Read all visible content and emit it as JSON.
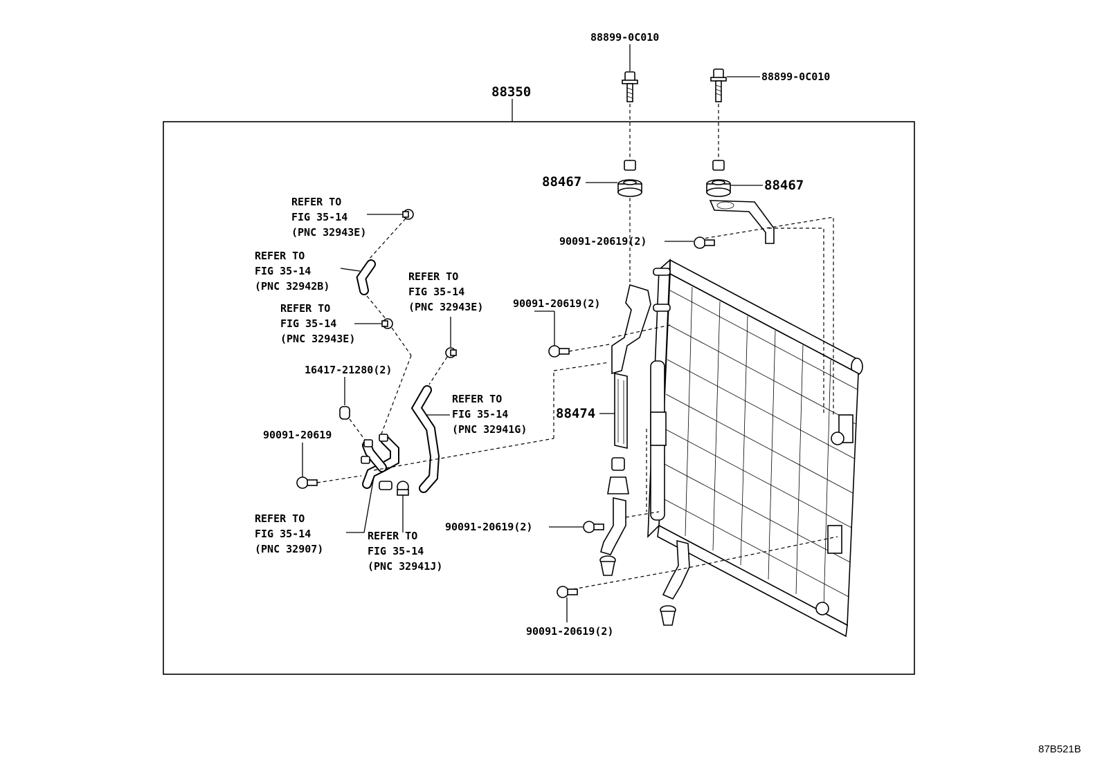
{
  "diagram_code": "87B521B",
  "assembly": {
    "part_no": "88350"
  },
  "callouts": {
    "bolt_top_left": "88899-0C010",
    "bolt_top_right": "88899-0C010",
    "cushion_left": "88467",
    "cushion_right": "88467",
    "seal": "88474",
    "bolt_bracket_upper_right": "90091-20619(2)",
    "bolt_bracket_upper_left": "90091-20619(2)",
    "bolt_bracket_lower": "90091-20619(2)",
    "bolt_bracket_bottom": "90091-20619(2)",
    "bolt_pipe": "90091-20619",
    "oring": "16417-21280(2)"
  },
  "refer_to": {
    "r1": [
      "REFER TO",
      "FIG 35-14",
      "(PNC 32943E)"
    ],
    "r2": [
      "REFER TO",
      "FIG 35-14",
      "(PNC 32942B)"
    ],
    "r3": [
      "REFER TO",
      "FIG 35-14",
      "(PNC 32943E)"
    ],
    "r4": [
      "REFER TO",
      "FIG 35-14",
      "(PNC 32943E)"
    ],
    "r5": [
      "REFER TO",
      "FIG 35-14",
      "(PNC 32941G)"
    ],
    "r6": [
      "REFER TO",
      "FIG 35-14",
      "(PNC 32907)"
    ],
    "r7": [
      "REFER TO",
      "FIG 35-14",
      "(PNC 32941J)"
    ]
  }
}
